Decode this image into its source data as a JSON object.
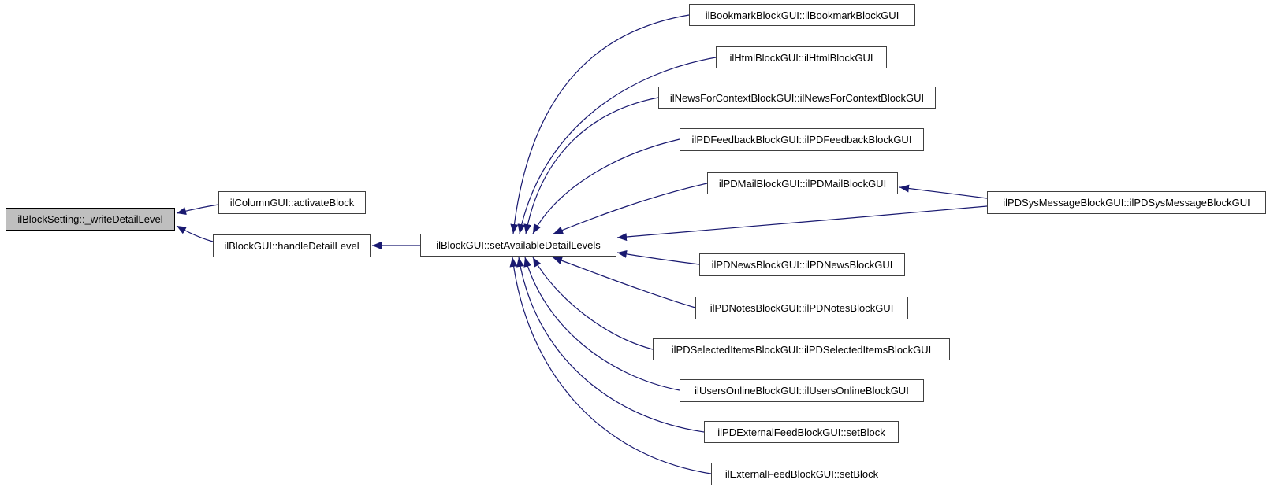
{
  "diagram": {
    "type": "doxygen-caller-graph",
    "root_function": "ilBlockSetting::_writeDetailLevel",
    "nodes": [
      {
        "id": "writeDetailLevel",
        "label": "ilBlockSetting::_writeDetailLevel",
        "highlighted": true
      },
      {
        "id": "activateBlock",
        "label": "ilColumnGUI::activateBlock",
        "highlighted": false
      },
      {
        "id": "handleDetailLevel",
        "label": "ilBlockGUI::handleDetailLevel",
        "highlighted": false
      },
      {
        "id": "setAvailableDetailLevels",
        "label": "ilBlockGUI::setAvailableDetailLevels",
        "highlighted": false
      },
      {
        "id": "bookmark",
        "label": "ilBookmarkBlockGUI::ilBookmarkBlockGUI",
        "highlighted": false
      },
      {
        "id": "html",
        "label": "ilHtmlBlockGUI::ilHtmlBlockGUI",
        "highlighted": false
      },
      {
        "id": "newsForContext",
        "label": "ilNewsForContextBlockGUI::ilNewsForContextBlockGUI",
        "highlighted": false
      },
      {
        "id": "pdFeedback",
        "label": "ilPDFeedbackBlockGUI::ilPDFeedbackBlockGUI",
        "highlighted": false
      },
      {
        "id": "pdMail",
        "label": "ilPDMailBlockGUI::ilPDMailBlockGUI",
        "highlighted": false
      },
      {
        "id": "pdSysMessage",
        "label": "ilPDSysMessageBlockGUI::ilPDSysMessageBlockGUI",
        "highlighted": false
      },
      {
        "id": "pdNews",
        "label": "ilPDNewsBlockGUI::ilPDNewsBlockGUI",
        "highlighted": false
      },
      {
        "id": "pdNotes",
        "label": "ilPDNotesBlockGUI::ilPDNotesBlockGUI",
        "highlighted": false
      },
      {
        "id": "pdSelectedItems",
        "label": "ilPDSelectedItemsBlockGUI::ilPDSelectedItemsBlockGUI",
        "highlighted": false
      },
      {
        "id": "usersOnline",
        "label": "ilUsersOnlineBlockGUI::ilUsersOnlineBlockGUI",
        "highlighted": false
      },
      {
        "id": "pdExternalFeed",
        "label": "ilPDExternalFeedBlockGUI::setBlock",
        "highlighted": false
      },
      {
        "id": "externalFeed",
        "label": "ilExternalFeedBlockGUI::setBlock",
        "highlighted": false
      }
    ],
    "edges": [
      {
        "from": "activateBlock",
        "to": "writeDetailLevel"
      },
      {
        "from": "handleDetailLevel",
        "to": "writeDetailLevel"
      },
      {
        "from": "setAvailableDetailLevels",
        "to": "handleDetailLevel"
      },
      {
        "from": "bookmark",
        "to": "setAvailableDetailLevels"
      },
      {
        "from": "html",
        "to": "setAvailableDetailLevels"
      },
      {
        "from": "newsForContext",
        "to": "setAvailableDetailLevels"
      },
      {
        "from": "pdFeedback",
        "to": "setAvailableDetailLevels"
      },
      {
        "from": "pdMail",
        "to": "setAvailableDetailLevels"
      },
      {
        "from": "pdSysMessage",
        "to": "setAvailableDetailLevels"
      },
      {
        "from": "pdSysMessage",
        "to": "pdMail"
      },
      {
        "from": "pdNews",
        "to": "setAvailableDetailLevels"
      },
      {
        "from": "pdNotes",
        "to": "setAvailableDetailLevels"
      },
      {
        "from": "pdSelectedItems",
        "to": "setAvailableDetailLevels"
      },
      {
        "from": "usersOnline",
        "to": "setAvailableDetailLevels"
      },
      {
        "from": "pdExternalFeed",
        "to": "setAvailableDetailLevels"
      },
      {
        "from": "externalFeed",
        "to": "setAvailableDetailLevels"
      }
    ],
    "colors": {
      "background": "#ffffff",
      "edge": "#191970",
      "node_fill": "#ffffff",
      "node_border": "#404040",
      "highlight_fill": "#bfbfbf",
      "highlight_border": "#000000",
      "text": "#000000"
    }
  }
}
